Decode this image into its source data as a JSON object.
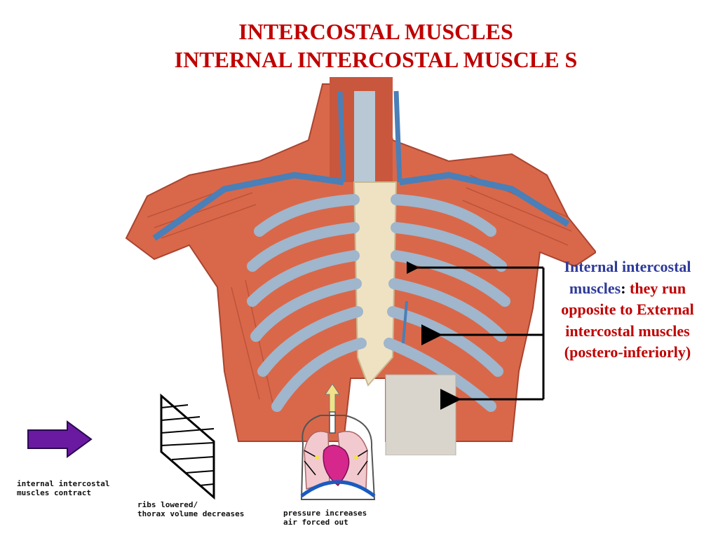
{
  "title": {
    "line1": "INTERCOSTAL MUSCLES",
    "line2": "INTERNAL INTERCOSTAL MUSCLE S"
  },
  "caption": {
    "term": "Internal intercostal muscles",
    "colon": ":",
    "text": " they run opposite to External intercostal muscles (postero-inferiorly)"
  },
  "diagrams": {
    "contract_label_line1": "internal intercostal",
    "contract_label_line2": "muscles contract",
    "ribs_label_line1": "ribs lowered/",
    "ribs_label_line2": "thorax volume decreases",
    "pressure_label_line1": "pressure increases",
    "pressure_label_line2": "air forced out"
  },
  "colors": {
    "title": "#c00000",
    "caption_term": "#2e3b9b",
    "caption_text": "#c00000",
    "arrow_purple": "#6a1aa0",
    "muscle": "#d9684a",
    "rib": "#9fb6cc",
    "cartilage": "#efe2c2",
    "vessel": "#4a7fb8"
  }
}
